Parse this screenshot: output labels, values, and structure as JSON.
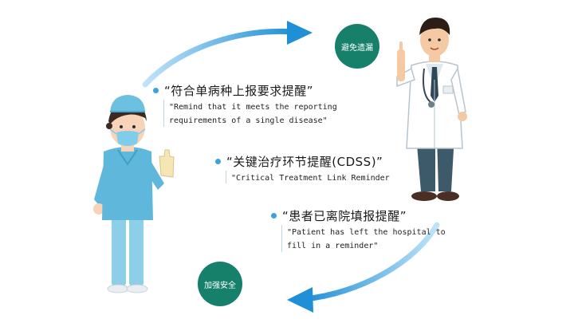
{
  "badges": {
    "top": "避免遗漏",
    "bottom": "加强安全"
  },
  "items": [
    {
      "cn": "“符合单病种上报要求提醒”",
      "en": [
        "\"Remind that it meets the reporting",
        "requirements of a single disease\""
      ]
    },
    {
      "cn": "“关键治疗环节提醒(CDSS)”",
      "en": [
        "\"Critical Treatment Link Reminder"
      ]
    },
    {
      "cn": "“患者已离院填报提醒”",
      "en": [
        "\"Patient has left the hospital to",
        "fill in a reminder\""
      ]
    }
  ]
}
